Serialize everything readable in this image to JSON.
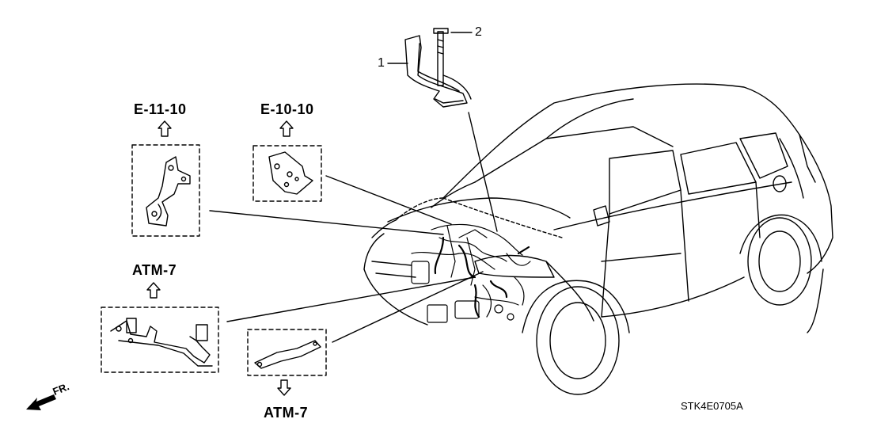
{
  "callouts": {
    "part_1": "1",
    "part_2": "2"
  },
  "references": {
    "e_11_10": "E-11-10",
    "e_10_10": "E-10-10",
    "atm_7_left": "ATM-7",
    "atm_7_bottom": "ATM-7"
  },
  "front_indicator": "FR.",
  "diagram_code": "STK4E0705A"
}
